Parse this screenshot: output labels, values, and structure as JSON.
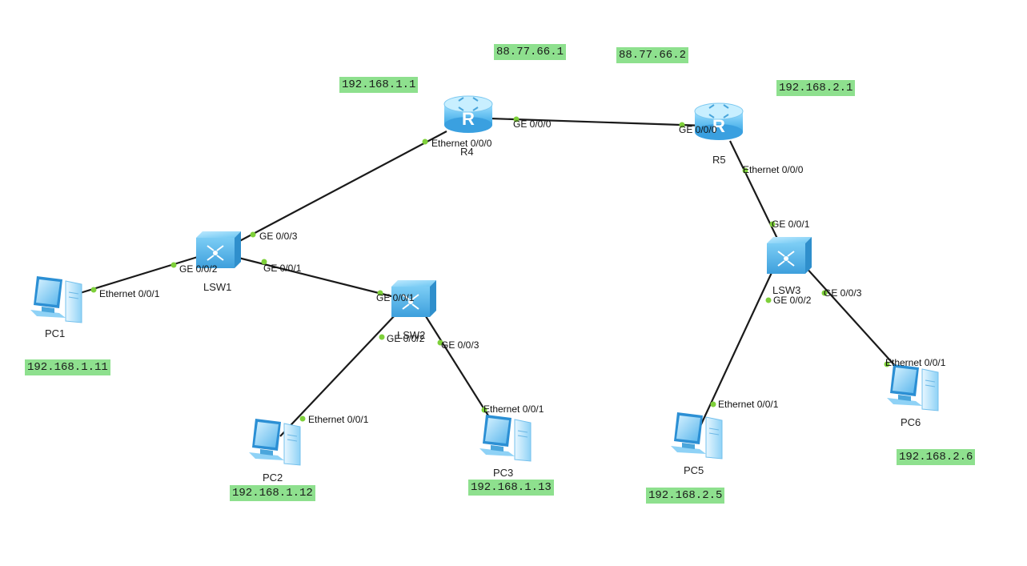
{
  "devices": {
    "r4": {
      "label": "R4",
      "icon": "router-icon"
    },
    "r5": {
      "label": "R5",
      "icon": "router-icon"
    },
    "lsw1": {
      "label": "LSW1",
      "icon": "switch-icon"
    },
    "lsw2": {
      "label": "LSW2",
      "icon": "switch-icon"
    },
    "lsw3": {
      "label": "LSW3",
      "icon": "switch-icon"
    },
    "pc1": {
      "label": "PC1",
      "icon": "pc-icon"
    },
    "pc2": {
      "label": "PC2",
      "icon": "pc-icon"
    },
    "pc3": {
      "label": "PC3",
      "icon": "pc-icon"
    },
    "pc5": {
      "label": "PC5",
      "icon": "pc-icon"
    },
    "pc6": {
      "label": "PC6",
      "icon": "pc-icon"
    }
  },
  "ip_labels": {
    "r4_wan": "88.77.66.1",
    "r5_wan": "88.77.66.2",
    "r4_lan": "192.168.1.1",
    "r5_lan": "192.168.2.1",
    "pc1": "192.168.1.11",
    "pc2": "192.168.1.12",
    "pc3": "192.168.1.13",
    "pc5": "192.168.2.5",
    "pc6": "192.168.2.6"
  },
  "ports": {
    "r4_ge": "GE 0/0/0",
    "r5_ge": "GE 0/0/0",
    "r4_eth": "Ethernet 0/0/0",
    "r5_eth": "Ethernet 0/0/0",
    "lsw1_ge3": "GE 0/0/3",
    "lsw1_ge2": "GE 0/0/2",
    "lsw1_ge1": "GE 0/0/1",
    "pc1_eth": "Ethernet 0/0/1",
    "lsw2_ge1": "GE 0/0/1",
    "lsw2_ge2": "GE 0/0/2",
    "lsw2_ge3": "GE 0/0/3",
    "pc2_eth": "Ethernet 0/0/1",
    "pc3_eth": "Ethernet 0/0/1",
    "lsw3_ge1": "GE 0/0/1",
    "lsw3_ge2": "GE 0/0/2",
    "lsw3_ge3": "GE 0/0/3",
    "pc5_eth": "Ethernet 0/0/1",
    "pc6_eth": "Ethernet 0/0/1"
  },
  "colors": {
    "ip_background": "#8ee08e",
    "link": "#1a1a1a",
    "port_dot": "#7ed03a",
    "device_blue": "#5bb8ee"
  }
}
